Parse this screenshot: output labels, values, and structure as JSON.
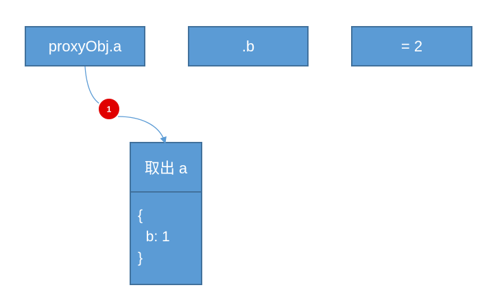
{
  "top_row": {
    "proxy_label": "proxyObj.a",
    "b_label": ".b",
    "assign_label": "= 2"
  },
  "result_box": {
    "title": "取出 a",
    "lines": [
      "{",
      "  b: 1",
      "}"
    ]
  },
  "step_badge": {
    "number": "1",
    "color": "#e00000"
  },
  "colors": {
    "box_fill": "#5b9bd5",
    "box_border": "#41719c",
    "connector": "#5b9bd5"
  }
}
